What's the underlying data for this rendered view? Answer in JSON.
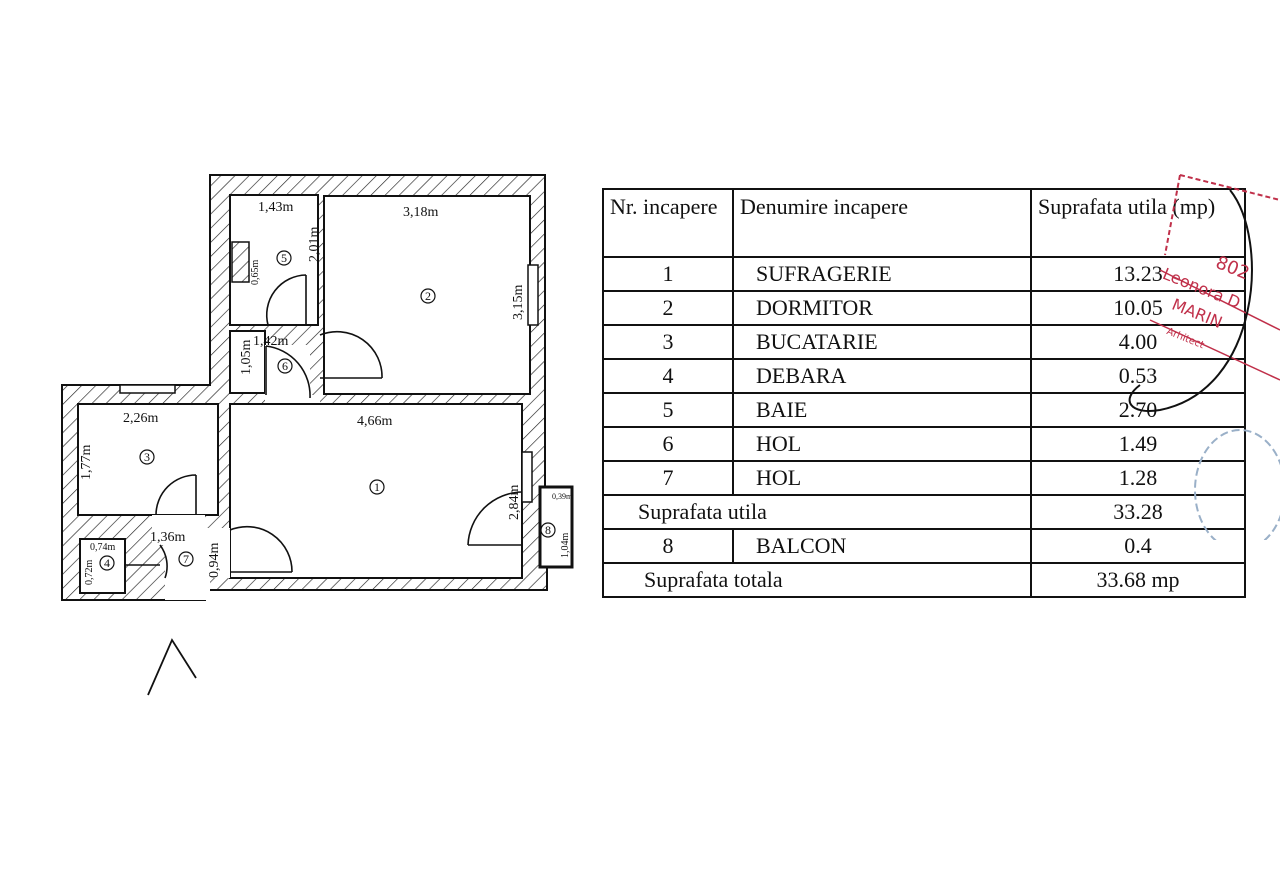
{
  "plan": {
    "dimensions": {
      "bath_width": "1,43m",
      "bath_height": "2,01m",
      "bath_shaft": "0,65m",
      "bedroom_width": "3,18m",
      "bedroom_height": "3,15m",
      "hall_width": "1,42m",
      "hall_height": "1,05m",
      "kitchen_width": "2,26m",
      "kitchen_height": "1,77m",
      "living_width": "4,66m",
      "living_height": "2,84m",
      "storage_width": "0,74m",
      "storage_height": "0,72m",
      "entry_width": "1,36m",
      "entry_height": "0,94m",
      "balcony_width": "0,39m",
      "balcony_height": "1,04m"
    },
    "room_numbers": [
      "1",
      "2",
      "3",
      "4",
      "5",
      "6",
      "7",
      "8"
    ]
  },
  "table": {
    "headers": [
      "Nr. incapere",
      "Denumire incapere",
      "Suprafata utila (mp)"
    ],
    "rows": [
      {
        "nr": "1",
        "name": "SUFRAGERIE",
        "area": "13.23"
      },
      {
        "nr": "2",
        "name": "DORMITOR",
        "area": "10.05"
      },
      {
        "nr": "3",
        "name": "BUCATARIE",
        "area": "4.00"
      },
      {
        "nr": "4",
        "name": "DEBARA",
        "area": "0.53"
      },
      {
        "nr": "5",
        "name": "BAIE",
        "area": "2.70"
      },
      {
        "nr": "6",
        "name": "HOL",
        "area": "1.49"
      },
      {
        "nr": "7",
        "name": "HOL",
        "area": "1.28"
      }
    ],
    "subtotal_label": "Suprafata utila",
    "subtotal_value": "33.28",
    "balcony": {
      "nr": "8",
      "name": "BALCON",
      "area": "0.4"
    },
    "total_label": "Suprafata totala",
    "total_value": "33.68 mp"
  },
  "stamp": {
    "lines": [
      "802",
      "Leonora D",
      "MARIN",
      "Arhitect"
    ],
    "color": "#c0304a"
  }
}
